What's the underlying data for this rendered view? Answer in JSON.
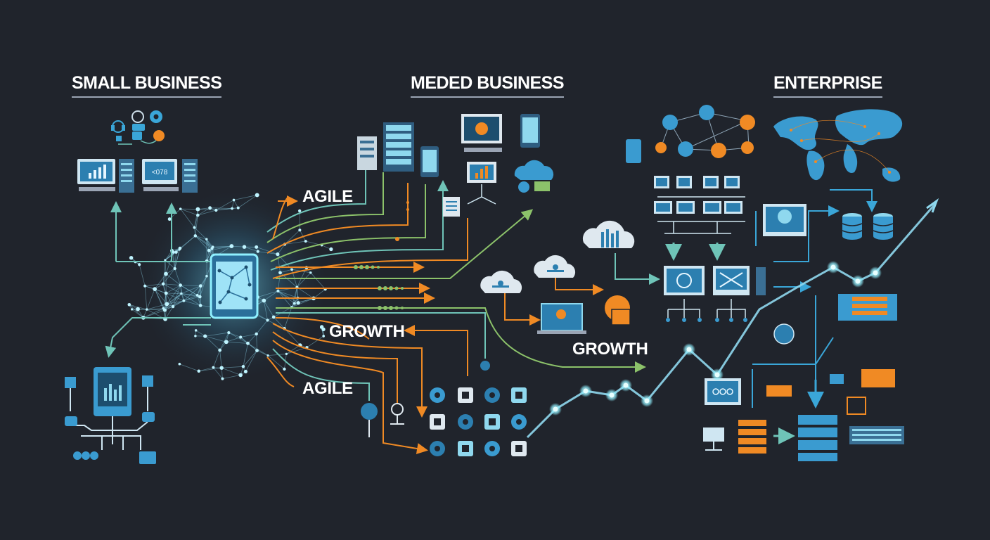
{
  "headings": {
    "small_business": "SMALL BUSINESS",
    "medium_business": "MEDED BUSINESS",
    "enterprise": "ENTERPRISE"
  },
  "labels": {
    "agile_top": "AGILE",
    "growth_center": "GROWTH",
    "agile_bottom": "AGILE",
    "growth_right": "GROWTH"
  },
  "device_text": {
    "monitor_readout": "<078"
  },
  "colors": {
    "background": "#20242c",
    "accent_blue": "#3aa6d8",
    "accent_teal": "#6fc4b8",
    "accent_orange": "#f08a24",
    "accent_green": "#8cc26a",
    "glow_cyan": "#8ff0ff"
  },
  "icons": [
    "monitor-icon",
    "server-tower-icon",
    "server-rack-icon",
    "tablet-icon",
    "phone-icon",
    "cloud-icon",
    "database-icon",
    "world-map-icon",
    "network-hub-icon",
    "growth-chart-icon"
  ]
}
